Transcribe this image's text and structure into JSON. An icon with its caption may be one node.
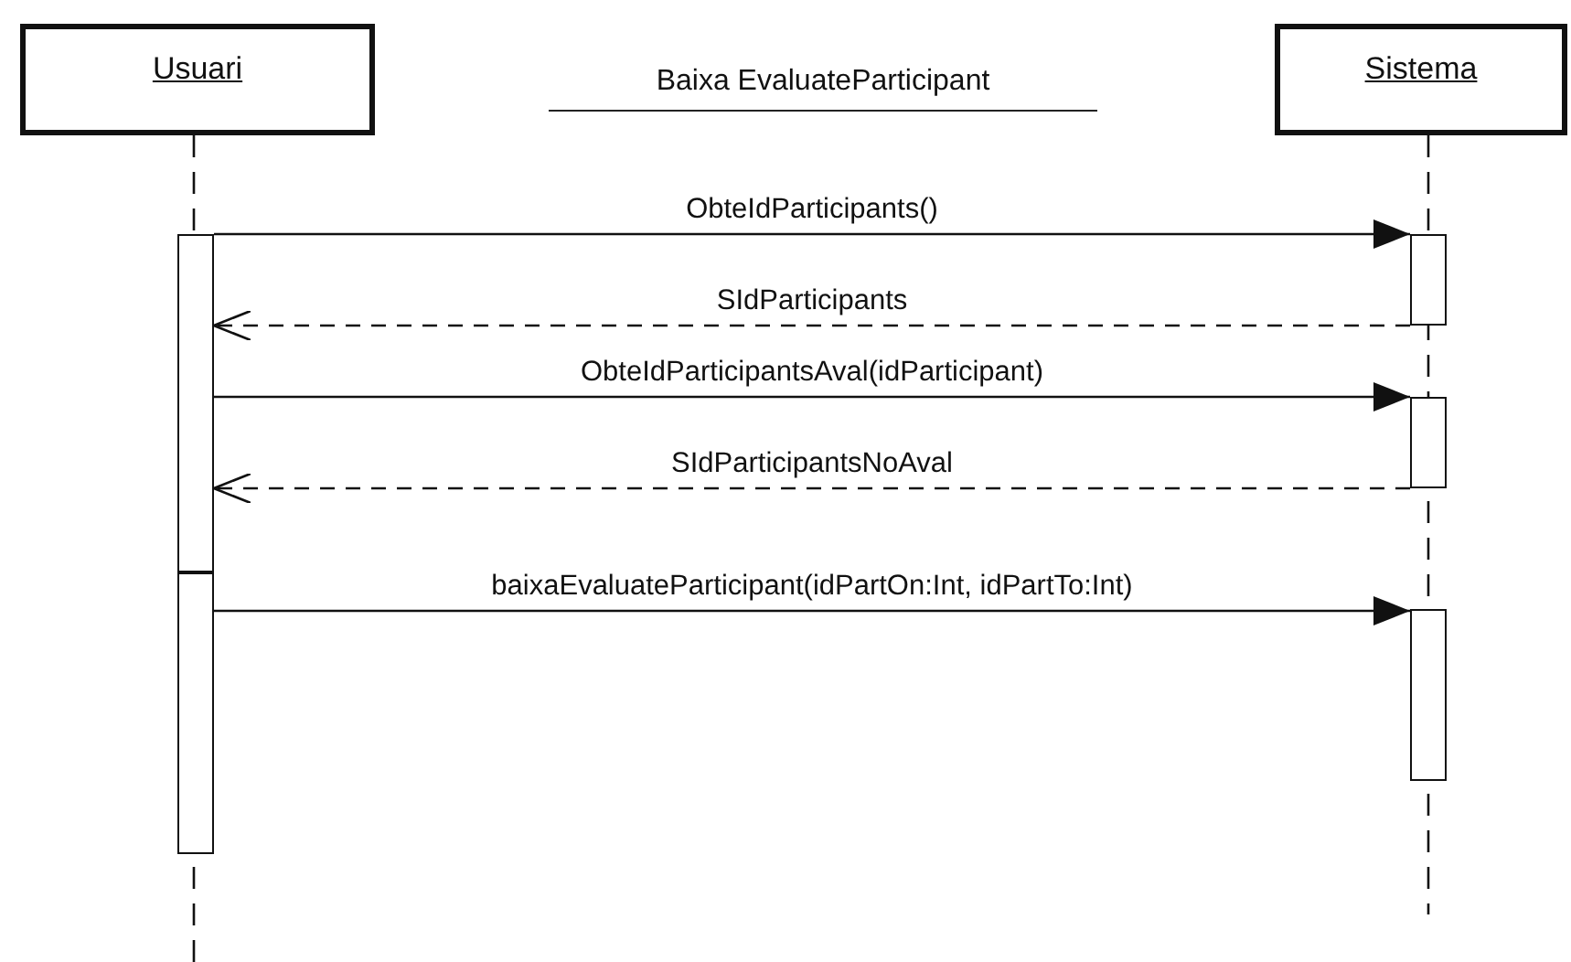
{
  "diagram": {
    "title": "Baixa EvaluateParticipant",
    "nodes": [
      {
        "text": [
          "Usuari"
        ]
      },
      {
        "text": [
          "Sistema"
        ]
      },
      {
        "text": [],
        "shape": "bar"
      },
      {
        "text": [],
        "shape": "bar"
      },
      {
        "text": [],
        "shape": "bar"
      },
      {
        "text": [],
        "shape": "bar"
      },
      {
        "text": [],
        "shape": "bar"
      }
    ],
    "edges": [
      {
        "from": 2,
        "to": 4,
        "arrow": "to",
        "label": "ObteIdParticipants()"
      },
      {
        "from": 4,
        "to": 2,
        "arrow": "to",
        "label": "SIdParticipants",
        "style": "dashed"
      },
      {
        "from": 2,
        "to": 5,
        "arrow": "to",
        "label": "ObteIdParticipantsAval(idParticipant)"
      },
      {
        "from": 5,
        "to": 2,
        "arrow": "to",
        "label": "SIdParticipantsNoAval",
        "style": "dashed"
      },
      {
        "from": 3,
        "to": 6,
        "arrow": "to",
        "label": "baixaEvaluateParticipant(idPartOn:Int, idPartTo:Int)"
      }
    ]
  }
}
